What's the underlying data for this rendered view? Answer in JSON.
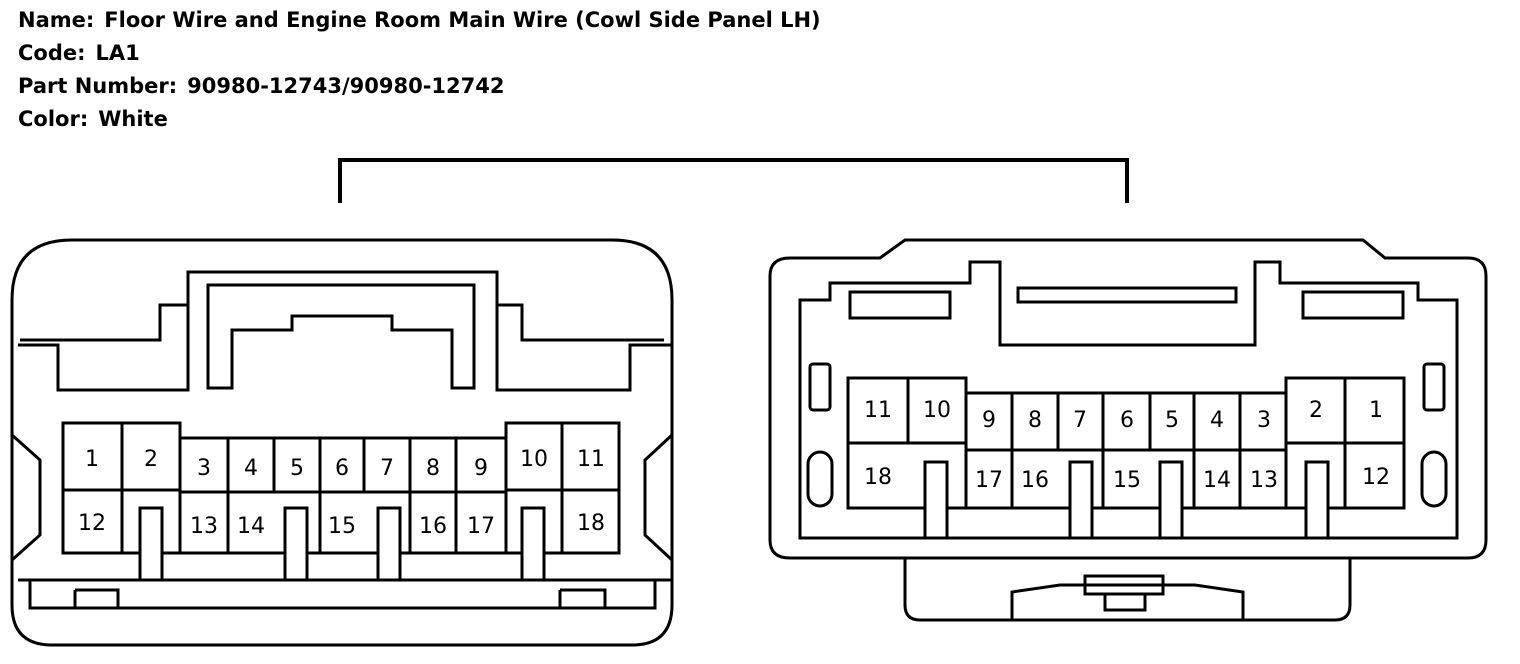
{
  "header": {
    "name_label": "Name:",
    "name_value": "Floor Wire and Engine Room Main Wire (Cowl Side Panel LH)",
    "code_label": "Code:",
    "code_value": "LA1",
    "part_label": "Part Number:",
    "part_value": "90980-12743/90980-12742",
    "color_label": "Color:",
    "color_value": "White"
  },
  "left_connector": {
    "pins": [
      "1",
      "2",
      "3",
      "4",
      "5",
      "6",
      "7",
      "8",
      "9",
      "10",
      "11",
      "12",
      "13",
      "14",
      "15",
      "16",
      "17",
      "18"
    ]
  },
  "right_connector": {
    "pins": [
      "1",
      "2",
      "3",
      "4",
      "5",
      "6",
      "7",
      "8",
      "9",
      "10",
      "11",
      "12",
      "13",
      "14",
      "15",
      "16",
      "17",
      "18"
    ]
  }
}
